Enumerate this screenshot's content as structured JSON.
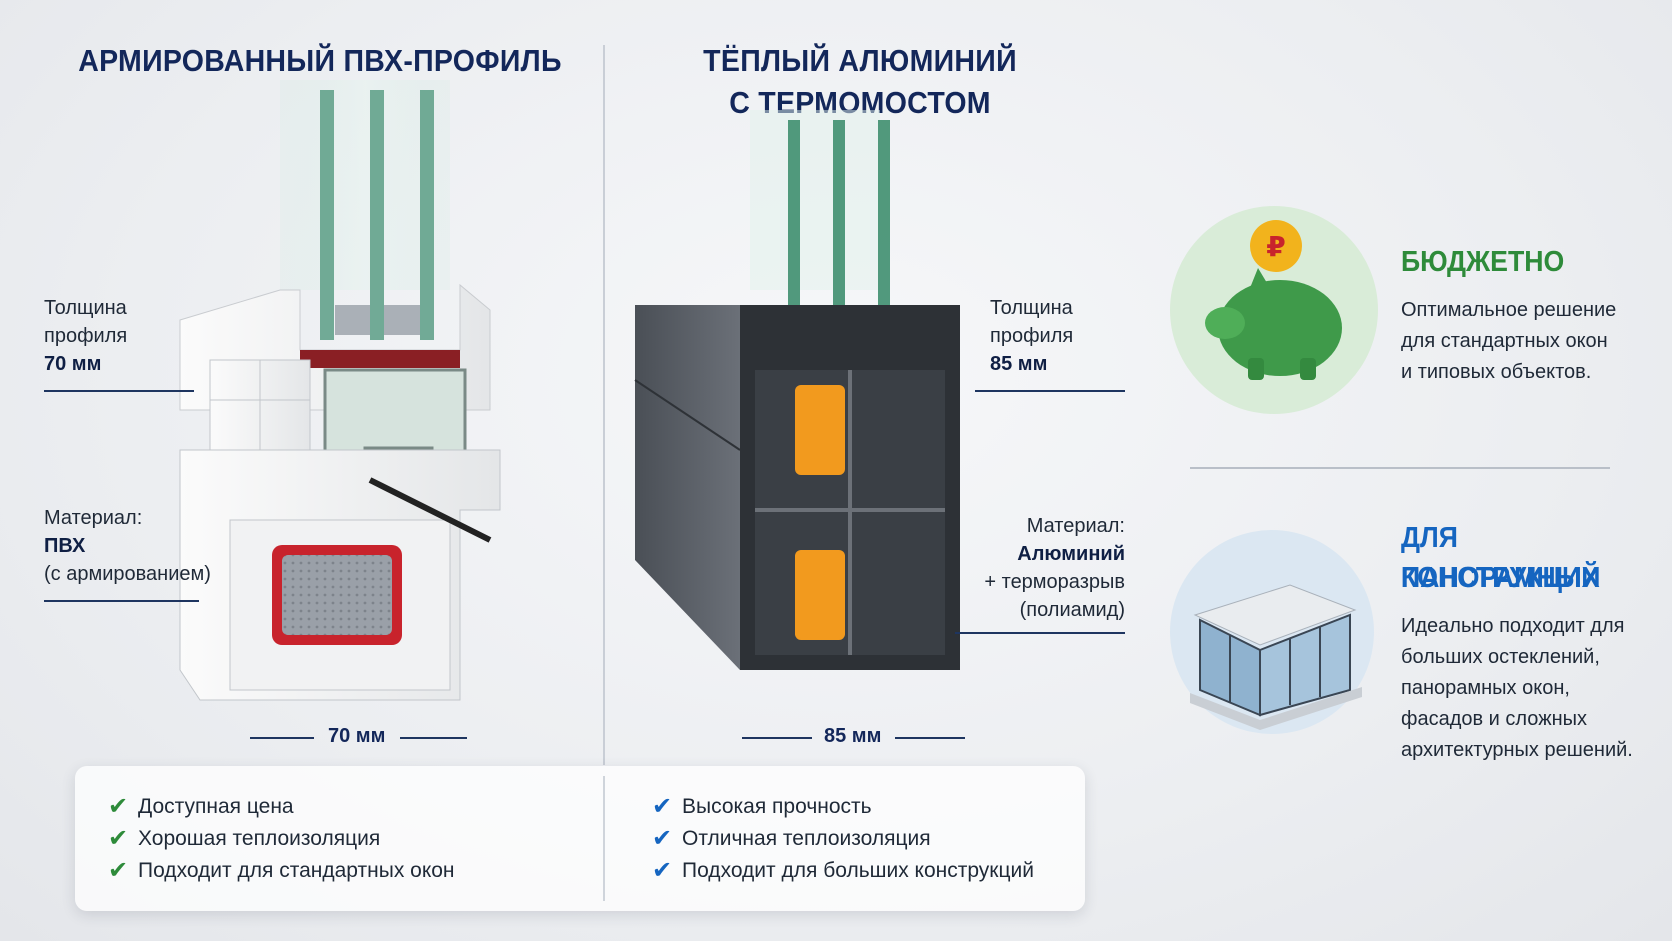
{
  "left_section": {
    "title": "АРМИРОВАННЫЙ ПВХ-ПРОФИЛЬ",
    "thickness": {
      "label_line1": "Толщина",
      "label_line2": "профиля",
      "value": "70 мм"
    },
    "material": {
      "label": "Материал:",
      "value": "ПВХ",
      "note": "(с армированием)"
    },
    "dimension": "70 мм",
    "benefits": [
      "Доступная цена",
      "Хорошая теплоизоляция",
      "Подходит для стандартных окон"
    ]
  },
  "right_section": {
    "title_line1": "ТЁПЛЫЙ АЛЮМИНИЙ",
    "title_line2": "С ТЕРМОМОСТОМ",
    "thickness": {
      "label_line1": "Толщина",
      "label_line2": "профиля",
      "value": "85 мм"
    },
    "material": {
      "label": "Материал:",
      "value": "Алюминий",
      "note1": "+ терморазрыв",
      "note2": "(полиамид)"
    },
    "dimension": "85 мм",
    "benefits": [
      "Высокая прочность",
      "Отличная теплоизоляция",
      "Подходит для больших конструкций"
    ]
  },
  "features": {
    "budget": {
      "title": "БЮДЖЕТНО",
      "lines": [
        "Оптимальное решение",
        "для стандартных окон",
        "и типовых объектов."
      ],
      "icon": "piggy-bank-ruble-icon"
    },
    "panoramic": {
      "title_line1": "ДЛЯ ПАНОРАМНЫХ",
      "title_line2": "КОНСТРУКЦИЙ",
      "lines": [
        "Идеально подходит для",
        "больших остеклений,",
        "панорамных окон,",
        "фасадов и сложных",
        "архитектурных решений."
      ],
      "icon": "glass-building-icon"
    }
  },
  "colors": {
    "title_navy": "#13275a",
    "accent_blue": "#1565c0",
    "accent_green": "#2e8b3a",
    "thermal_break_orange": "#f29a1e",
    "reinforcement_red": "#c8232c"
  }
}
